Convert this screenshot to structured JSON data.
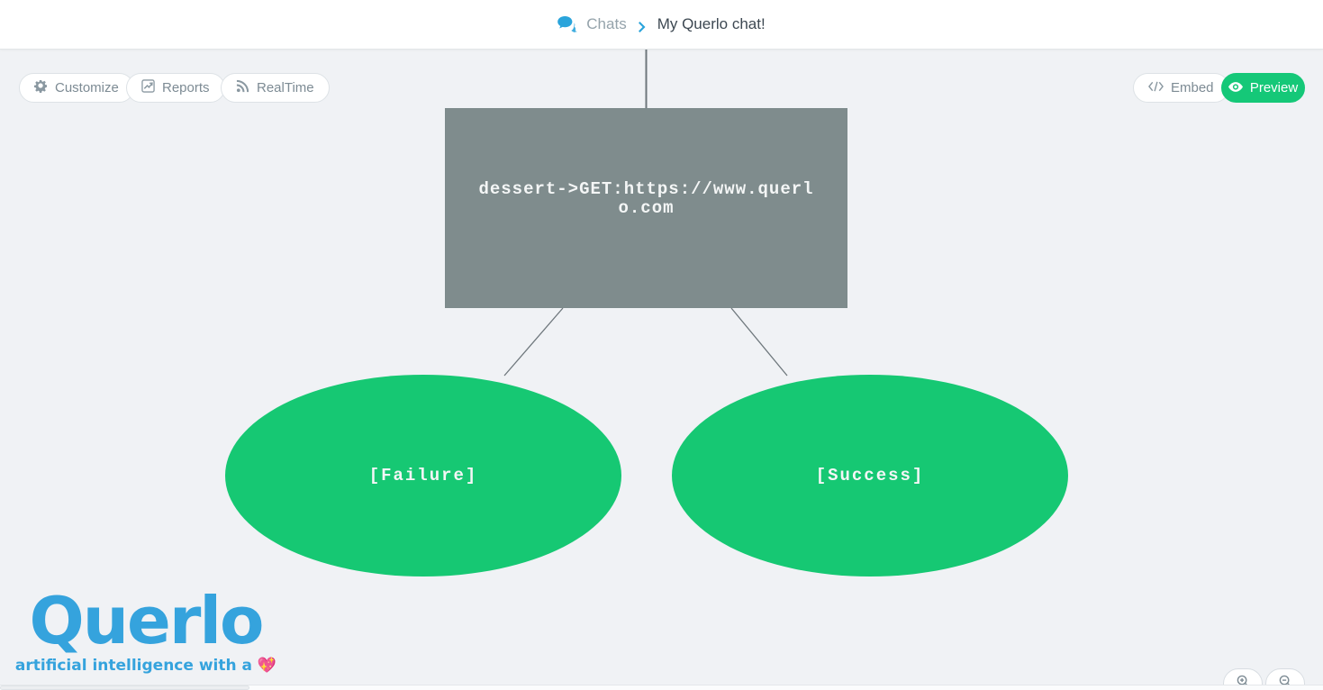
{
  "header": {
    "breadcrumb": {
      "icon": "chat-bubbles-icon",
      "section": "Chats",
      "separator": "chevron-right",
      "current": "My Querlo chat!"
    }
  },
  "toolbar": {
    "customize": {
      "label": "Customize",
      "icon": "gear-icon"
    },
    "reports": {
      "label": "Reports",
      "icon": "line-chart-icon"
    },
    "realtime": {
      "label": "RealTime",
      "icon": "rss-icon"
    },
    "embed": {
      "label": "Embed",
      "icon": "code-icon"
    },
    "preview": {
      "label": "Preview",
      "icon": "eye-icon"
    }
  },
  "flow": {
    "nodes": [
      {
        "id": "root",
        "shape": "rectangle",
        "label": "dessert->GET:https://www.querlo.com",
        "color": "#7f8c8d"
      },
      {
        "id": "failure",
        "shape": "ellipse",
        "label": "[Failure]",
        "color": "#16c873"
      },
      {
        "id": "success",
        "shape": "ellipse",
        "label": "[Success]",
        "color": "#16c873"
      }
    ],
    "edges": [
      {
        "from": "root-top",
        "to": "header"
      },
      {
        "from": "root",
        "to": "failure"
      },
      {
        "from": "root",
        "to": "success"
      }
    ]
  },
  "branding": {
    "logo": "Querlo",
    "tagline": "artificial intelligence with a 💖"
  },
  "zoom_controls": {
    "zoom_in_icon": "zoom-in-icon",
    "zoom_out_icon": "zoom-out-icon"
  },
  "colors": {
    "accent_blue": "#35a3dd",
    "node_gray": "#7f8c8d",
    "node_green": "#16c873",
    "preview_green": "#15c878",
    "canvas_bg": "#f0f2f5"
  }
}
